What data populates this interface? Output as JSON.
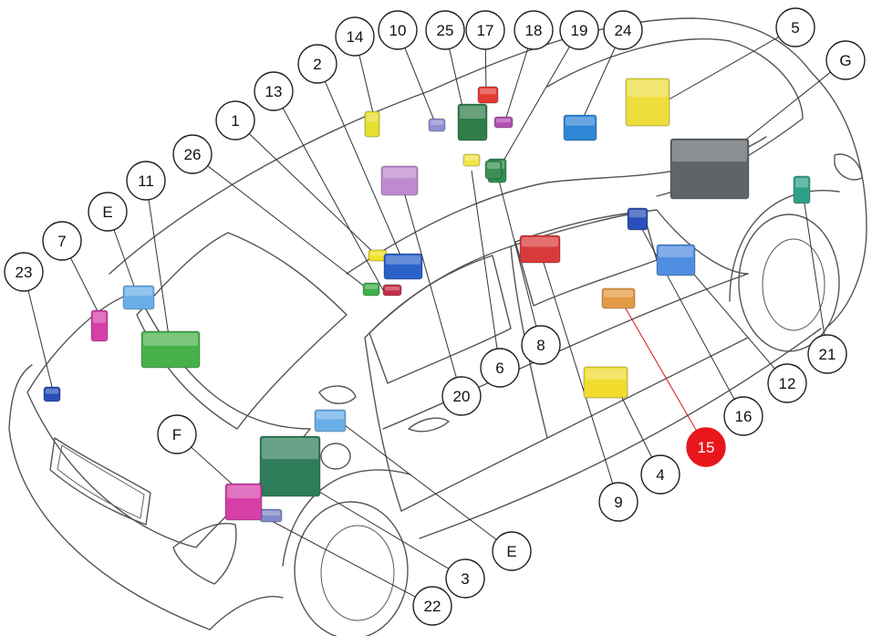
{
  "colors": {
    "outline": "#555555",
    "callout_highlight": "#e8161b",
    "leader_highlight": "#d6141a"
  },
  "callouts": [
    {
      "label": "1",
      "highlighted": false
    },
    {
      "label": "2",
      "highlighted": false
    },
    {
      "label": "3",
      "highlighted": false
    },
    {
      "label": "4",
      "highlighted": false
    },
    {
      "label": "5",
      "highlighted": false
    },
    {
      "label": "6",
      "highlighted": false
    },
    {
      "label": "7",
      "highlighted": false
    },
    {
      "label": "8",
      "highlighted": false
    },
    {
      "label": "9",
      "highlighted": false
    },
    {
      "label": "10",
      "highlighted": false
    },
    {
      "label": "11",
      "highlighted": false
    },
    {
      "label": "12",
      "highlighted": false
    },
    {
      "label": "13",
      "highlighted": false
    },
    {
      "label": "14",
      "highlighted": false
    },
    {
      "label": "15",
      "highlighted": true
    },
    {
      "label": "16",
      "highlighted": false
    },
    {
      "label": "17",
      "highlighted": false
    },
    {
      "label": "18",
      "highlighted": false
    },
    {
      "label": "19",
      "highlighted": false
    },
    {
      "label": "20",
      "highlighted": false
    },
    {
      "label": "21",
      "highlighted": false
    },
    {
      "label": "22",
      "highlighted": false
    },
    {
      "label": "23",
      "highlighted": false
    },
    {
      "label": "24",
      "highlighted": false
    },
    {
      "label": "25",
      "highlighted": false
    },
    {
      "label": "26",
      "highlighted": false
    },
    {
      "label": "E",
      "highlighted": false
    },
    {
      "label": "E",
      "highlighted": false
    },
    {
      "label": "F",
      "highlighted": false
    },
    {
      "label": "G",
      "highlighted": false
    }
  ],
  "modules": [
    {
      "id": "1",
      "color": "#f3e12a"
    },
    {
      "id": "2",
      "color": "#2a62c9"
    },
    {
      "id": "3",
      "color": "#2f7d5a"
    },
    {
      "id": "4",
      "color": "#f1dc2e"
    },
    {
      "id": "5",
      "color": "#eedd3c"
    },
    {
      "id": "6",
      "color": "#f3e44a"
    },
    {
      "id": "7",
      "color": "#d63fa8"
    },
    {
      "id": "8",
      "color": "#2f8f52"
    },
    {
      "id": "9",
      "color": "#d83a3a"
    },
    {
      "id": "10",
      "color": "#8f8fd0"
    },
    {
      "id": "11",
      "color": "#46b04a"
    },
    {
      "id": "12",
      "color": "#4f8ee0"
    },
    {
      "id": "13",
      "color": "#c23048"
    },
    {
      "id": "14",
      "color": "#e4e02c"
    },
    {
      "id": "15",
      "color": "#e39a45"
    },
    {
      "id": "16",
      "color": "#2a4fb8"
    },
    {
      "id": "17",
      "color": "#e33a32"
    },
    {
      "id": "18",
      "color": "#b04fb0"
    },
    {
      "id": "19",
      "color": "#3a8f55"
    },
    {
      "id": "20",
      "color": "#c08ad0"
    },
    {
      "id": "21",
      "color": "#2fa088"
    },
    {
      "id": "22",
      "color": "#7f89c8"
    },
    {
      "id": "23",
      "color": "#2a4fb8"
    },
    {
      "id": "24",
      "color": "#2e86d6"
    },
    {
      "id": "25",
      "color": "#2f7d4a"
    },
    {
      "id": "26",
      "color": "#3fae4a"
    },
    {
      "id": "E",
      "color": "#6aaee8"
    },
    {
      "id": "E",
      "color": "#6aaee8"
    },
    {
      "id": "F",
      "color": "#d63fa8"
    },
    {
      "id": "G",
      "color": "#5f6468"
    }
  ]
}
